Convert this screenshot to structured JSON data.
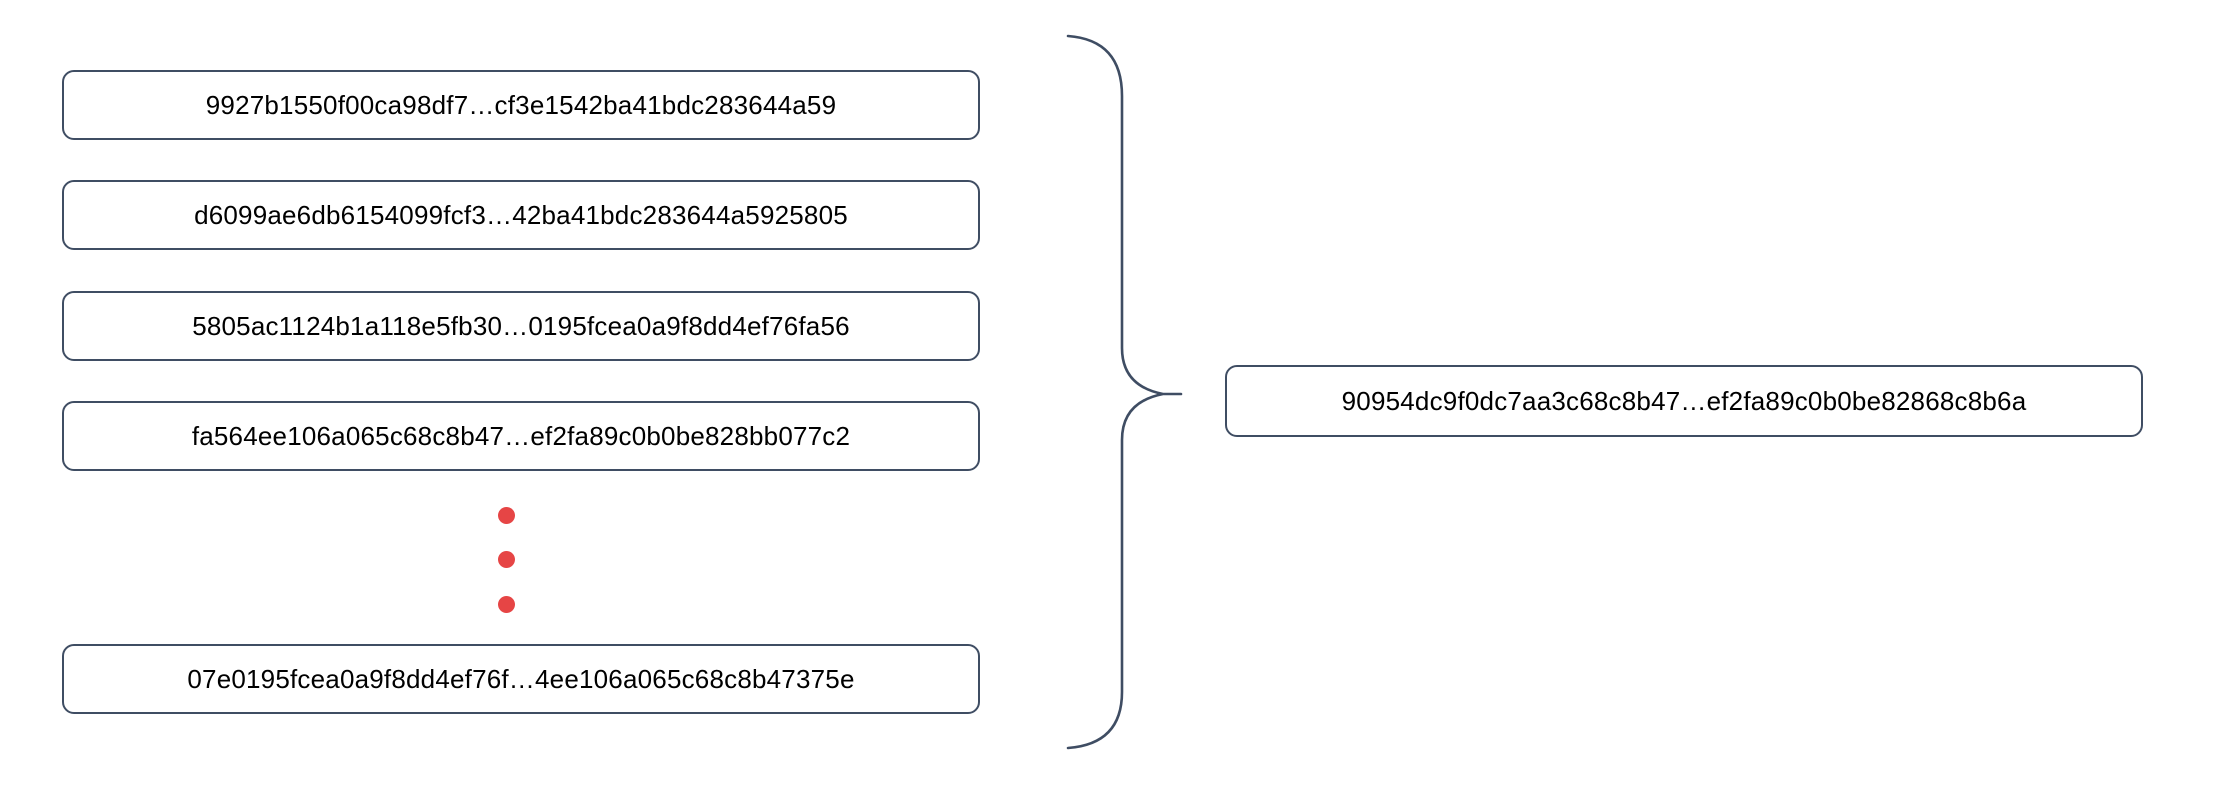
{
  "diagram": {
    "description_type": "hash-aggregation-diagram",
    "left_hashes": [
      "9927b1550f00ca98df7…cf3e1542ba41bdc283644a59",
      "d6099ae6db6154099fcf3…42ba41bdc283644a5925805",
      "5805ac1124b1a118e5fb30…0195fcea0a9f8dd4ef76fa56",
      "fa564ee106a065c68c8b47…ef2fa89c0b0be828bb077c2",
      "07e0195fcea0a9f8dd4ef76f…4ee106a065c68c8b47375e"
    ],
    "result_hash": "90954dc9f0dc7aa3c68c8b47…ef2fa89c0b0be82868c8b6a",
    "ellipsis_dot_count": 3
  },
  "colors": {
    "box_border": "#3f4d63",
    "brace": "#3f4d63",
    "ellipsis_dots": "#e64545",
    "text": "#000000",
    "background": "#ffffff"
  }
}
